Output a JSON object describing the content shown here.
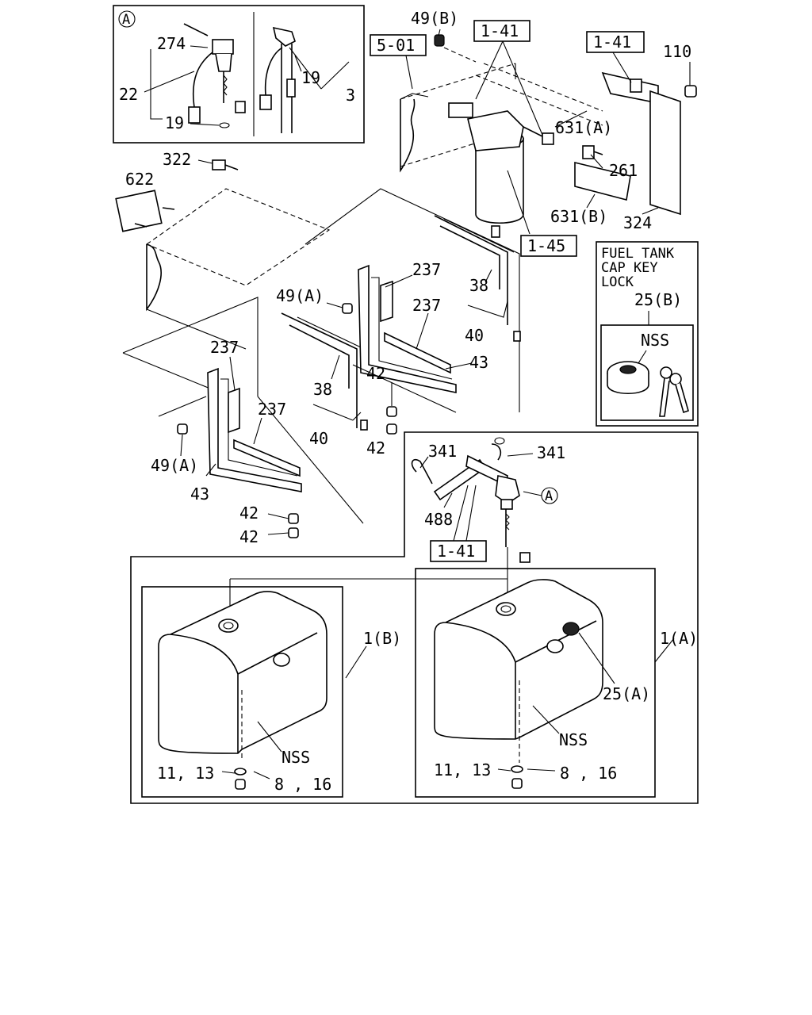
{
  "callouts": {
    "inset_a_marker": "A",
    "c274": "274",
    "c22": "22",
    "c19a": "19",
    "c19b": "19",
    "c3": "3",
    "c49b": "49(B)",
    "c501": "5-01",
    "c141a": "1-41",
    "c141b": "1-41",
    "c141c": "1-41",
    "c110": "110",
    "c631a": "631(A)",
    "c261": "261",
    "c631b": "631(B)",
    "c324": "324",
    "c145": "1-45",
    "c322": "322",
    "c622": "622",
    "c237a": "237",
    "c237b": "237",
    "c237c": "237",
    "c237d": "237",
    "c38a": "38",
    "c38b": "38",
    "c40a": "40",
    "c40b": "40",
    "c43a": "43",
    "c43b": "43",
    "c42a": "42",
    "c42b": "42",
    "c42c": "42",
    "c42d": "42",
    "c49a1": "49(A)",
    "c49a2": "49(A)",
    "c341a": "341",
    "c341b": "341",
    "c488": "488",
    "c_a_ref": "A",
    "c1b": "1(B)",
    "c1a": "1(A)",
    "c25a": "25(A)",
    "nss1": "NSS",
    "nss2": "NSS",
    "nss3": "NSS",
    "c1113a": "11, 13",
    "c1113b": "11, 13",
    "c816a": "8 , 16",
    "c816b": "8 , 16",
    "c25b": "25(B)"
  },
  "fuel_tank_cap_box": {
    "line1": "FUEL TANK",
    "line2": "CAP KEY",
    "line3": "LOCK"
  }
}
